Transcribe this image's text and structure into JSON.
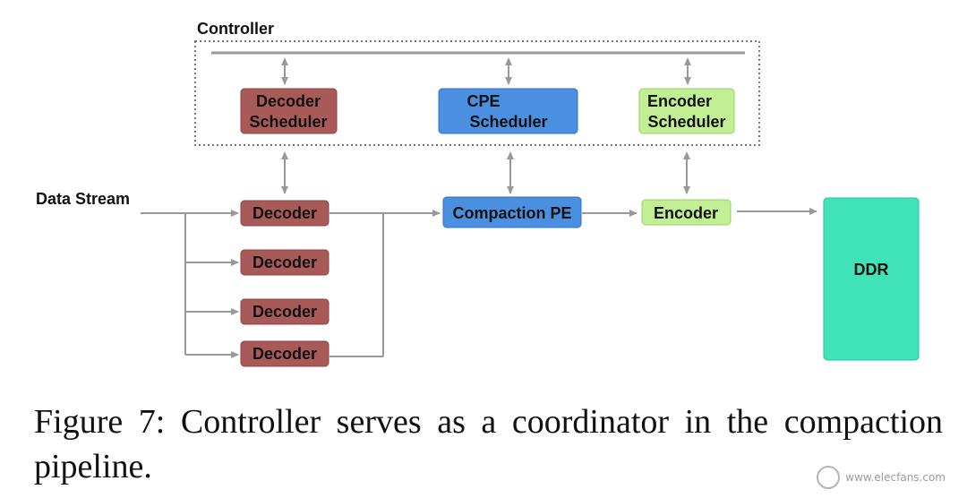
{
  "diagram": {
    "controller_label": "Controller",
    "data_stream_label": "Data Stream",
    "schedulers": [
      {
        "line1": "Decoder",
        "line2": "Scheduler"
      },
      {
        "line1": "CPE",
        "line2": "Scheduler"
      },
      {
        "line1": "Encoder",
        "line2": "Scheduler"
      }
    ],
    "decoders": [
      "Decoder",
      "Decoder",
      "Decoder",
      "Decoder"
    ],
    "compaction_label": "Compaction PE",
    "encoder_label": "Encoder",
    "ddr_label": "DDR",
    "colors": {
      "decoder": "#a85a59",
      "cpe": "#4a8fe0",
      "encoder": "#c2ee94",
      "ddr": "#40e3b8",
      "arrow": "#999999"
    }
  },
  "caption": "Figure 7: Controller serves as a coordinator in the compaction pipeline.",
  "watermark": {
    "site": "www.elecfans.com"
  }
}
